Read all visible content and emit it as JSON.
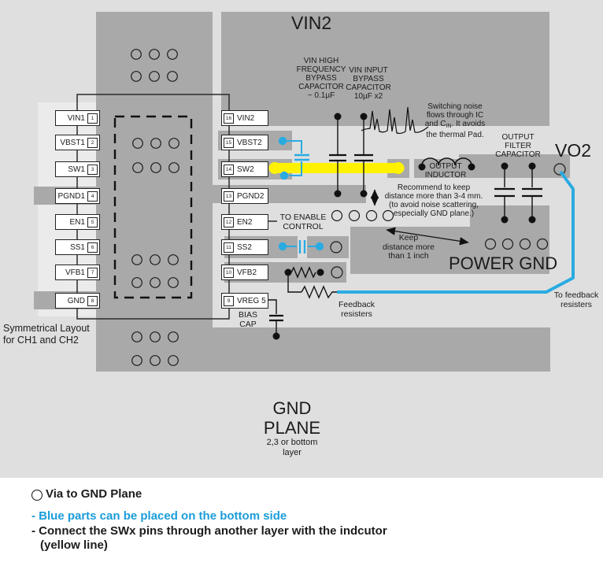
{
  "colors": {
    "background": "#dfdfdf",
    "copper_panel": "#a9a9a9",
    "blue_parts": "#29abe2",
    "yellow_trace": "#fff200",
    "legend_blue_text": "#1b9dd9"
  },
  "pins": {
    "left": [
      {
        "label": "VIN1",
        "num": "1"
      },
      {
        "label": "VBST1",
        "num": "2"
      },
      {
        "label": "SW1",
        "num": "3"
      },
      {
        "label": "PGND1",
        "num": "4"
      },
      {
        "label": "EN1",
        "num": "5"
      },
      {
        "label": "SS1",
        "num": "6"
      },
      {
        "label": "VFB1",
        "num": "7"
      },
      {
        "label": "GND",
        "num": "8"
      }
    ],
    "right": [
      {
        "label": "VIN2",
        "num": "16"
      },
      {
        "label": "VBST2",
        "num": "15"
      },
      {
        "label": "SW2",
        "num": "14"
      },
      {
        "label": "PGND2",
        "num": "13"
      },
      {
        "label": "EN2",
        "num": "12"
      },
      {
        "label": "SS2",
        "num": "11"
      },
      {
        "label": "VFB2",
        "num": "10"
      },
      {
        "label": "VREG 5",
        "num": "9"
      }
    ]
  },
  "labels": {
    "vin2": "VIN2",
    "vo2": "VO2",
    "power_gnd": "POWER GND",
    "hf_cap": [
      "VIN HIGH",
      "FREQUENCY",
      "BYPASS",
      "CAPACITOR",
      "~ 0.1µF"
    ],
    "input_cap": [
      "VIN INPUT",
      "BYPASS",
      "CAPACITOR",
      "10µF x2"
    ],
    "noise_1": "Switching noise",
    "noise_2": "flows through IC",
    "noise_pre": "and C",
    "noise_sub": "IN",
    "noise_post": ". It avoids",
    "noise_4": "the thermal Pad.",
    "output_inductor": [
      "OUTPUT",
      "INDUCTOR"
    ],
    "output_filter": [
      "OUTPUT",
      "FILTER",
      "CAPACITOR"
    ],
    "recommend": [
      "Recommend to keep",
      "distance more than 3-4 mm.",
      "(to avoid noise scattering,",
      "especially GND plane.)"
    ],
    "keep": [
      "Keep",
      "distance more",
      "than 1 inch"
    ],
    "to_enable": [
      "TO ENABLE",
      "CONTROL"
    ],
    "bias": [
      "BIAS",
      "CAP"
    ],
    "feedback": [
      "Feedback",
      "resisters"
    ],
    "to_feedback": [
      "To feedback",
      "resisters"
    ],
    "symmetrical": [
      "Symmetrical Layout",
      "for CH1 and CH2"
    ],
    "gnd_plane": [
      "GND",
      "PLANE",
      "2,3 or bottom",
      "layer"
    ]
  },
  "legend": {
    "via": "Via to GND Plane",
    "blue_note": "- Blue parts can be placed on the bottom side",
    "sw_note": "- Connect the SWx pins through another layer with the indcutor",
    "sw_note2": "(yellow line)"
  }
}
